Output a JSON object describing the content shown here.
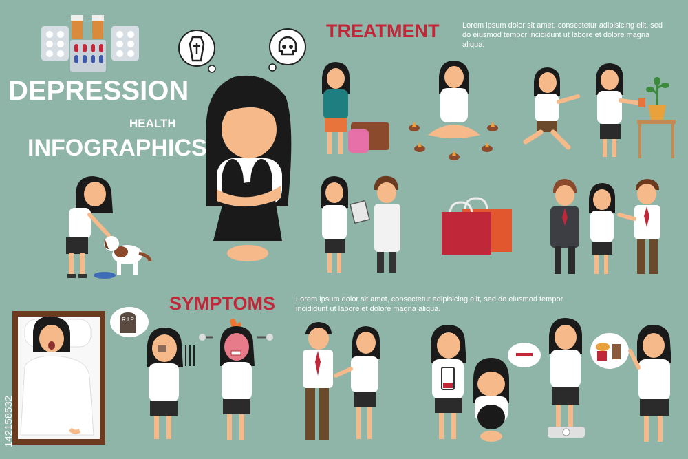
{
  "title": {
    "main": "DEPRESSION",
    "sub": "HEALTH",
    "line2": "INFOGRAPHICS"
  },
  "treatment": {
    "heading": "TREATMENT",
    "text": "Lorem ipsum dolor sit amet, consectetur adipisicing elit, sed do eiusmod tempor incididunt ut labore et dolore magna aliqua."
  },
  "symptoms": {
    "heading": "SYMPTOMS",
    "text": "Lorem ipsum dolor sit amet, consectetur adipisicing elit, sed do eiusmod tempor incididunt ut labore et dolore magna aliqua."
  },
  "tombstone_text": "R.I.P",
  "watermark_id": "142158532",
  "colors": {
    "background": "#8fb4a8",
    "heading_red": "#c0283a",
    "hair": "#1a1a1a",
    "skin": "#f6b98a",
    "shirt": "#ffffff",
    "skirt": "#2b2b2b"
  }
}
